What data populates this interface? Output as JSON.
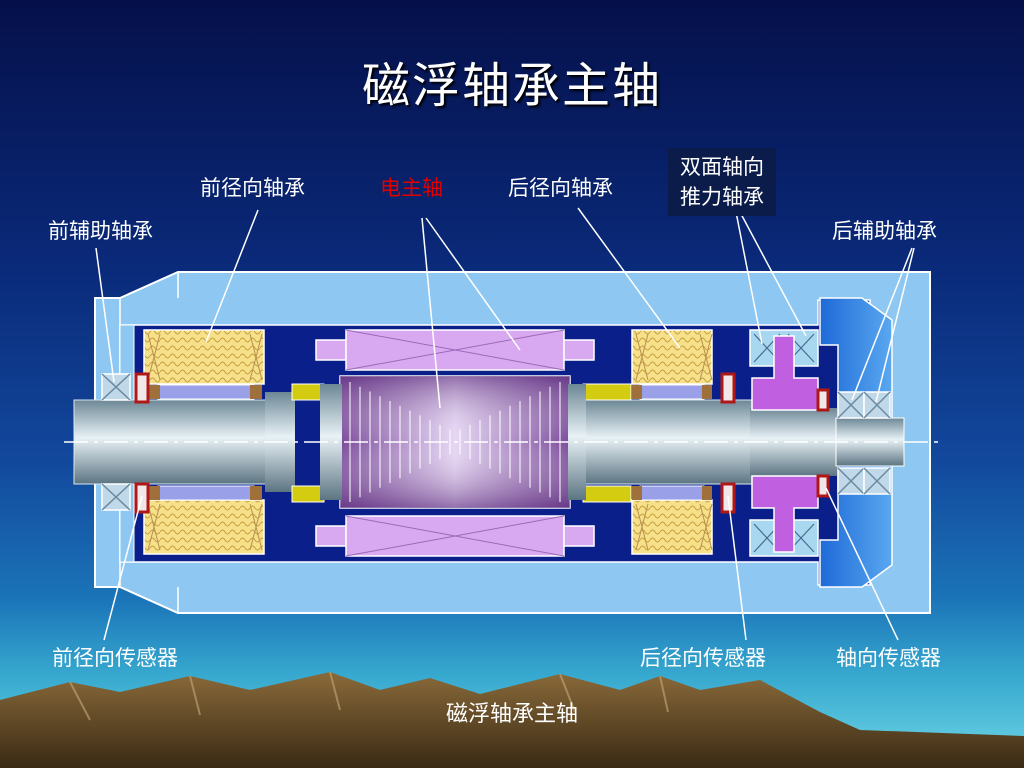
{
  "slide": {
    "title": "磁浮轴承主轴",
    "caption": "磁浮轴承主轴"
  },
  "labels": {
    "front_radial_bearing": "前径向轴承",
    "motor_spindle": "电主轴",
    "rear_radial_bearing": "后径向轴承",
    "thrust_bearing_line1": "双面轴向",
    "thrust_bearing_line2": "推力轴承",
    "front_aux_bearing": "前辅助轴承",
    "rear_aux_bearing": "后辅助轴承",
    "front_radial_sensor": "前径向传感器",
    "rear_radial_sensor": "后径向传感器",
    "axial_sensor": "轴向传感器"
  },
  "colors": {
    "housing": "#8ec8f2",
    "housing_edge": "#ffffff",
    "cavity": "#0a1f8a",
    "shaft": "#a8c0cc",
    "coil": "#f6e08a",
    "stator": "#d8a8f0",
    "sensor": "#b01818",
    "thrust_disk": "#c060e0",
    "spacer": "#d4cc10",
    "accent_label": "#e00000"
  }
}
